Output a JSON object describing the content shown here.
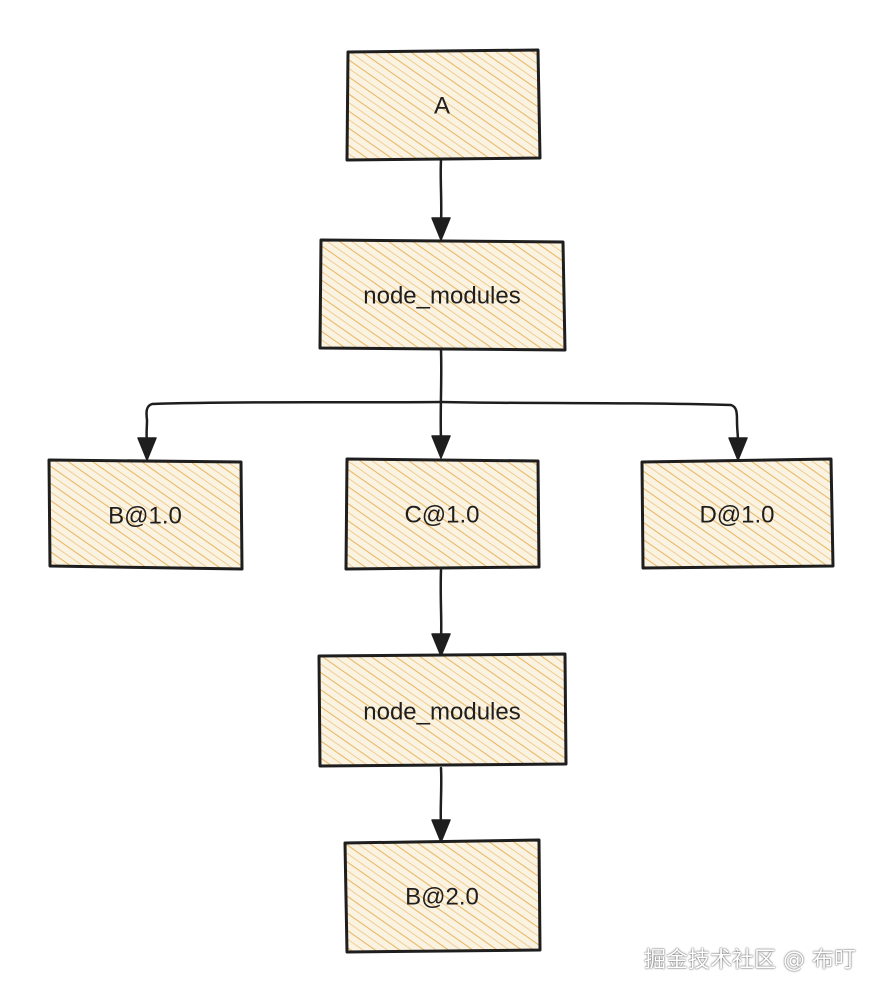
{
  "diagram": {
    "nodes": {
      "a": {
        "label": "A"
      },
      "node_modules_top": {
        "label": "node_modules"
      },
      "b_v1": {
        "label": "B@1.0"
      },
      "c_v1": {
        "label": "C@1.0"
      },
      "d_v1": {
        "label": "D@1.0"
      },
      "node_modules_c": {
        "label": "node_modules"
      },
      "b_v2": {
        "label": "B@2.0"
      }
    },
    "edges": [
      {
        "from": "A",
        "to": "node_modules"
      },
      {
        "from": "node_modules",
        "to": "B@1.0"
      },
      {
        "from": "node_modules",
        "to": "C@1.0"
      },
      {
        "from": "node_modules",
        "to": "D@1.0"
      },
      {
        "from": "C@1.0",
        "to": "node_modules"
      },
      {
        "from": "node_modules",
        "to": "B@2.0"
      }
    ],
    "colors": {
      "node_fill": "#f5deb0",
      "hatch_stroke": "#e8b866",
      "stroke": "#1e1e1e",
      "background": "#ffffff"
    }
  },
  "watermark": "掘金技术社区 @ 布叮"
}
